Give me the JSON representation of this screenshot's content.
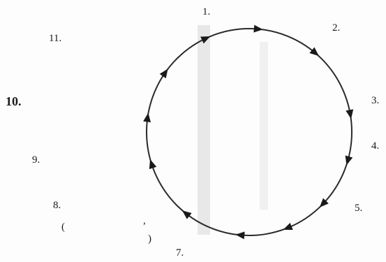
{
  "labels": {
    "l1": "1.",
    "l2": "2.",
    "l3": "3.",
    "l4": "4.",
    "l5": "5.",
    "l7": "7.",
    "l8": "8.",
    "l9": "9.",
    "l10": "10.",
    "l11": "11.",
    "open_paren": "(",
    "comma": ",",
    "close_paren": ")"
  },
  "cycle": {
    "arrow_count": 12,
    "direction": "clockwise"
  }
}
